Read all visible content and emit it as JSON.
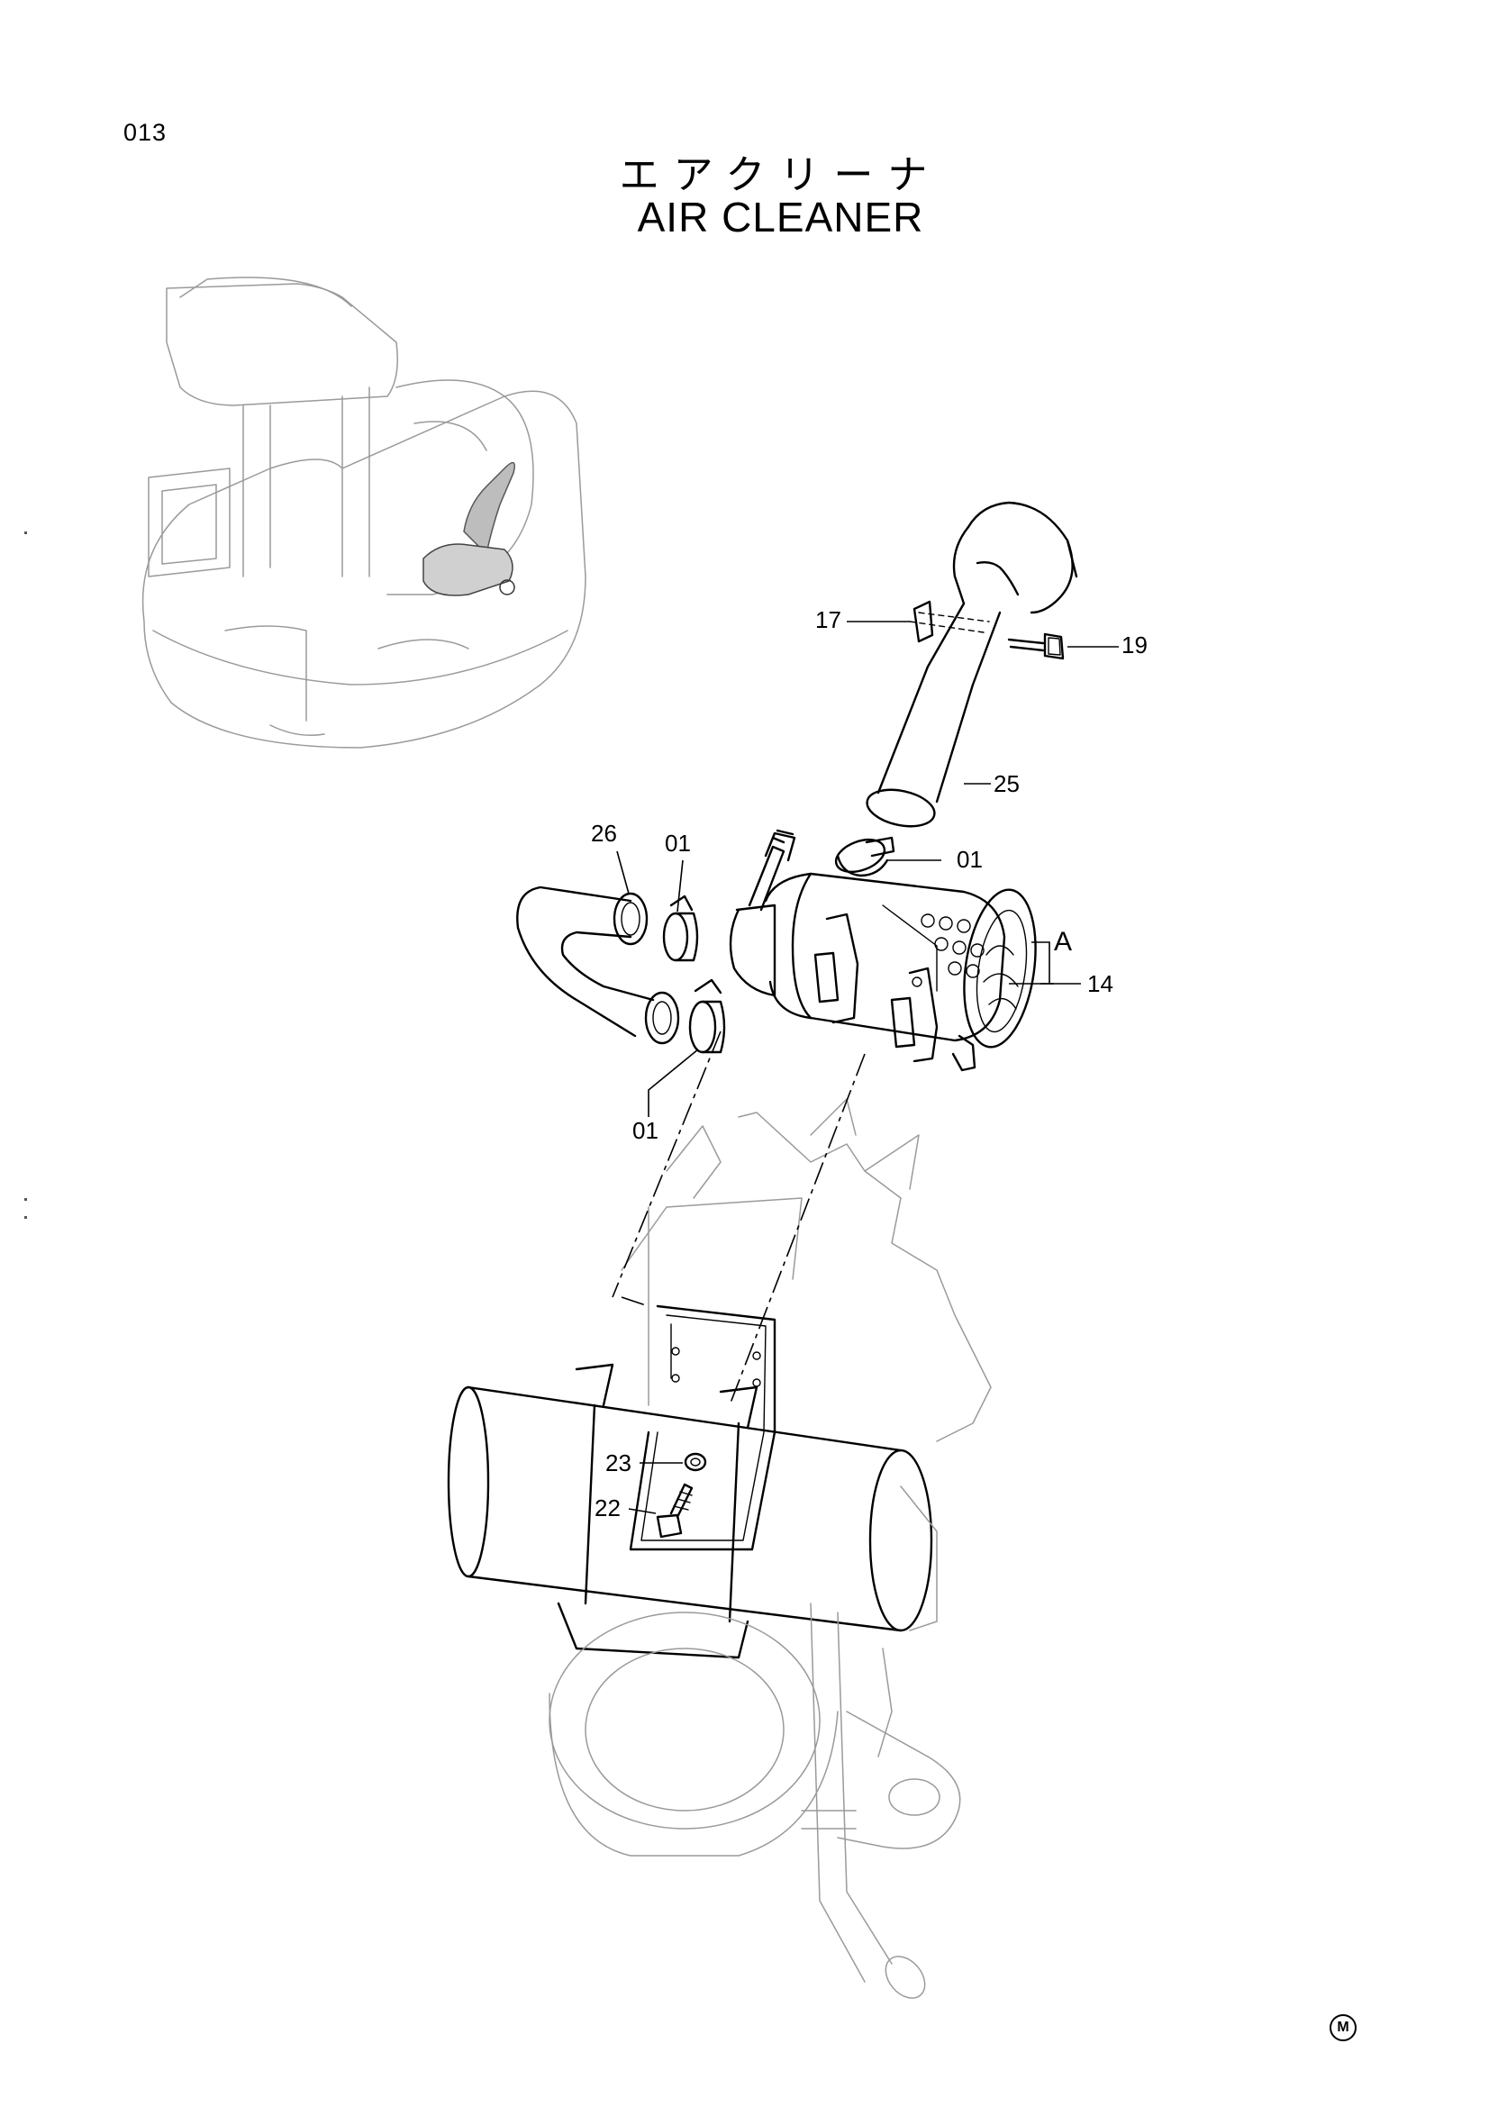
{
  "page": {
    "number": "013",
    "title_jp": "エアクリーナ",
    "title_en": "AIR CLEANER"
  },
  "callouts": [
    {
      "id": "17",
      "label": "17"
    },
    {
      "id": "19",
      "label": "19"
    },
    {
      "id": "25",
      "label": "25"
    },
    {
      "id": "26",
      "label": "26"
    },
    {
      "id": "01a",
      "label": "01"
    },
    {
      "id": "01b",
      "label": "01"
    },
    {
      "id": "01c",
      "label": "01"
    },
    {
      "id": "A",
      "label": "A"
    },
    {
      "id": "14",
      "label": "14"
    },
    {
      "id": "23",
      "label": "23"
    },
    {
      "id": "22",
      "label": "22"
    }
  ],
  "footer": {
    "mark": "M"
  }
}
